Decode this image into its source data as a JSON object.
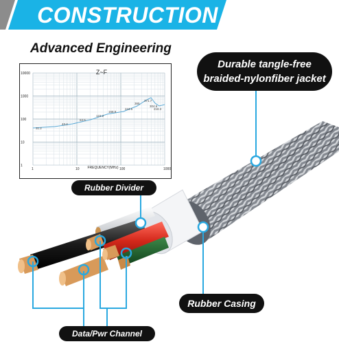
{
  "header": {
    "title": "CONSTRUCTION",
    "accent": "#1ab3e6"
  },
  "subtitle": "Advanced Engineering",
  "chart": {
    "title": "Z~F",
    "xlabel": "FREQUENCY(MHz)",
    "y_ticks": [
      "10000",
      "1000",
      "100",
      "10",
      "1"
    ],
    "x_ticks": [
      "1",
      "10",
      "100",
      "1000"
    ],
    "point_labels": [
      "31.2",
      "43.2",
      "63.6",
      "123.2",
      "168.9",
      "244.5",
      "365",
      "371.7",
      "304.6",
      "218.3"
    ]
  },
  "labels": {
    "jacket_line1": "Durable tangle-free",
    "jacket_line2": "braided-nylonfiber jacket",
    "divider": "Rubber Divider",
    "casing": "Rubber Casing",
    "channel": "Data/Pwr Channel"
  },
  "colors": {
    "line": "#5aa9d6",
    "callout": "#29a8e0",
    "jacket": "#8a8f98",
    "copper": "#d89a5a"
  }
}
